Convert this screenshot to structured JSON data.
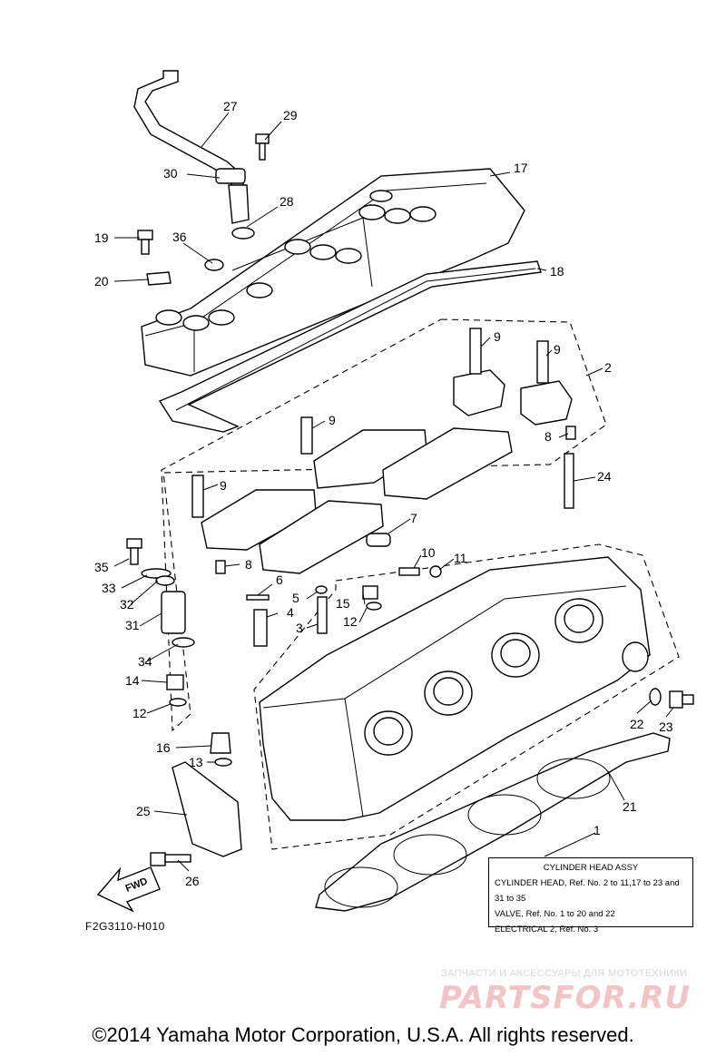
{
  "callouts": [
    "1",
    "2",
    "3",
    "4",
    "5",
    "6",
    "7",
    "8",
    "9",
    "10",
    "11",
    "12",
    "13",
    "14",
    "15",
    "16",
    "17",
    "18",
    "19",
    "20",
    "21",
    "22",
    "23",
    "24",
    "25",
    "26",
    "27",
    "28",
    "29",
    "30",
    "31",
    "32",
    "33",
    "34",
    "35",
    "36"
  ],
  "fwd_label": "FWD",
  "ref_code": "F2G3110-H010",
  "info_box": {
    "title": "CYLINDER HEAD ASSY",
    "lines": [
      "CYLINDER HEAD, Ref. No. 2 to 11,17 to 23 and 31 to 35",
      "VALVE, Ref. No. 1 to 20 and 22",
      "ELECTRICAL 2, Ref. No. 3"
    ]
  },
  "watermark": {
    "caption": "ЗАПЧАСТИ И АКСЕССУАРЫ ДЛЯ МОТОТЕХНИКИ",
    "logo": "PARTSFOR.RU"
  },
  "copyright": "©2014 Yamaha Motor Corporation, U.S.A. All rights reserved."
}
